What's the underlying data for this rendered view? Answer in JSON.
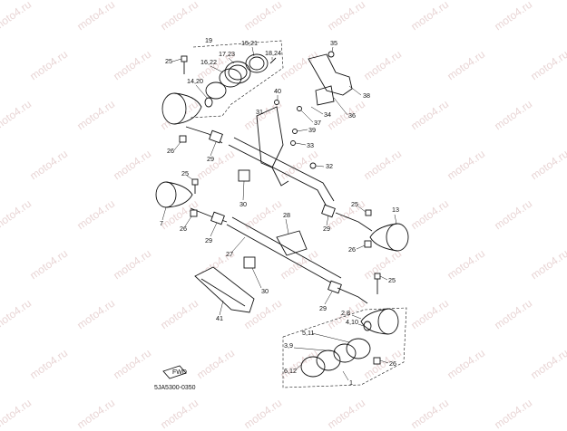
{
  "watermark": {
    "text": "moto4.ru"
  },
  "diagram_code": "5JA5300-0350",
  "fwd_label": "FWD",
  "callouts": {
    "c19": "19",
    "c25a": "25",
    "c15_21": "15,21",
    "c17_23": "17,23",
    "c16_22": "16,22",
    "c18_24": "18,24",
    "c14_20": "14,20",
    "c26a": "26",
    "c35": "35",
    "c38": "38",
    "c40": "40",
    "c31": "31",
    "c34": "34",
    "c36": "36",
    "c37": "37",
    "c39": "39",
    "c33": "33",
    "c29a": "29",
    "c32": "32",
    "c25b": "25",
    "c30a": "30",
    "c7": "7",
    "c26b": "26",
    "c29b": "29",
    "c28": "28",
    "c25c": "25",
    "c13": "13",
    "c29c": "29",
    "c26c": "26",
    "c27": "27",
    "c30b": "30",
    "c41": "41",
    "c25d": "25",
    "c29d": "29",
    "c2_8": "2,8",
    "c4_10": "4,10",
    "c5_11": "5,11",
    "c3_9": "3,9",
    "c6_12": "6,12",
    "c26d": "26",
    "c1": "1"
  }
}
